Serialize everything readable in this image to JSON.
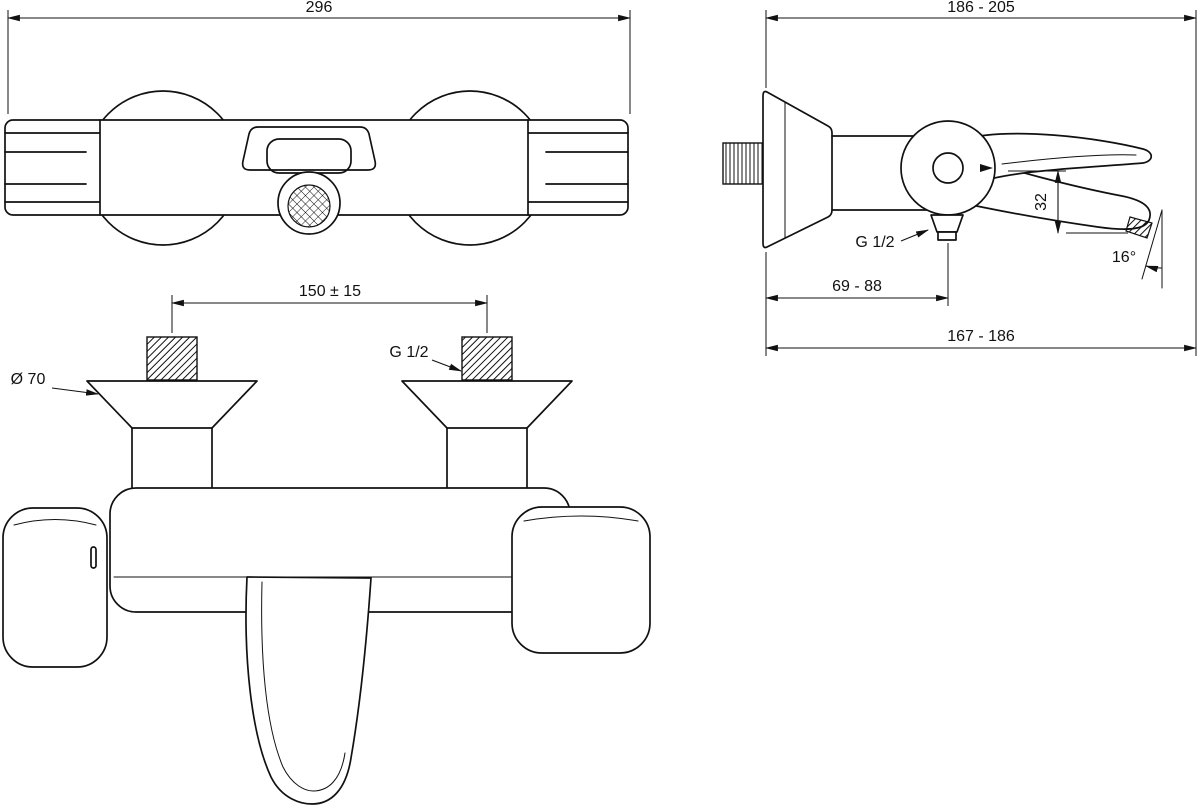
{
  "drawing": {
    "labels": {
      "top_width": "296",
      "side_depth": "186 - 205",
      "inlet_spacing": "150 ± 15",
      "thread_size_front": "G 1/2",
      "flange_diameter": "Ø 70",
      "thread_size_side": "G 1/2",
      "spout_drop": "32",
      "spout_angle": "16°",
      "wall_to_valve": "69 - 88",
      "wall_to_spout_tip": "167 - 186"
    }
  }
}
